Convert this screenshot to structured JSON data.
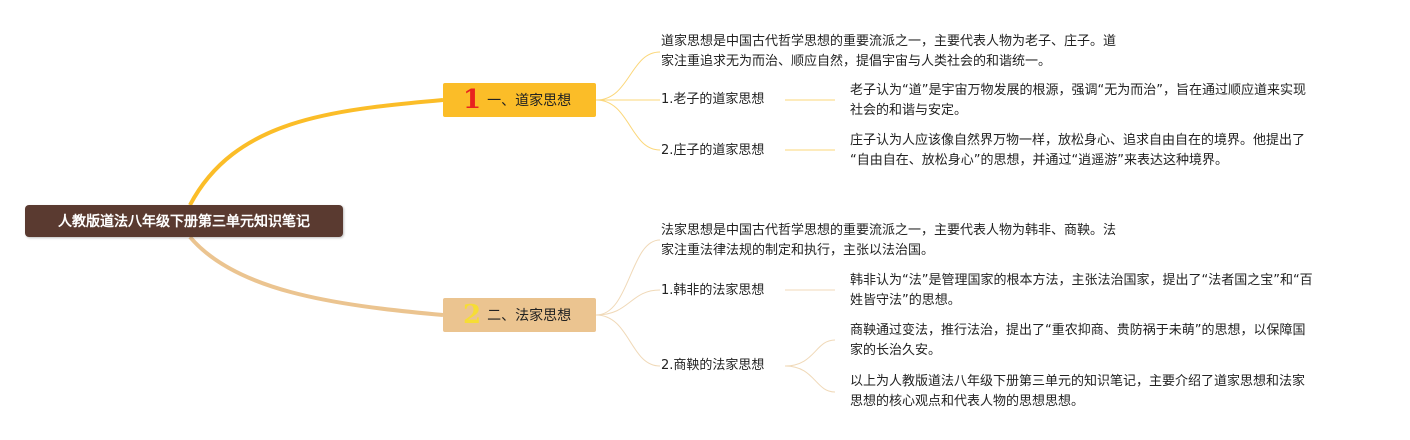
{
  "title": "人教版道法八年级下册第三单元知识笔记",
  "colors": {
    "root": "#5a3a30",
    "branch1": "#fbbd28",
    "branch2": "#ebc490",
    "num1": "#e8231f",
    "num2": "#f6dd35"
  },
  "branches": [
    {
      "num": "1",
      "label": "一、道家思想",
      "intro": [
        "道家思想是中国古代哲学思想的重要流派之一，主要代表人物为老子、庄子。道",
        "家注重追求无为而治、顺应自然，提倡宇宙与人类社会的和谐统一。"
      ],
      "children": [
        {
          "label": "1.老子的道家思想",
          "details": [
            [
              "老子认为“道”是宇宙万物发展的根源，强调“无为而治”，旨在通过顺应道来实现",
              "社会的和谐与安定。"
            ]
          ]
        },
        {
          "label": "2.庄子的道家思想",
          "details": [
            [
              "庄子认为人应该像自然界万物一样，放松身心、追求自由自在的境界。他提出了",
              "“自由自在、放松身心”的思想，并通过“逍遥游”来表达这种境界。"
            ]
          ]
        }
      ]
    },
    {
      "num": "2",
      "label": "二、法家思想",
      "intro": [
        "法家思想是中国古代哲学思想的重要流派之一，主要代表人物为韩非、商鞅。法",
        "家注重法律法规的制定和执行，主张以法治国。"
      ],
      "children": [
        {
          "label": "1.韩非的法家思想",
          "details": [
            [
              "韩非认为“法”是管理国家的根本方法，主张法治国家，提出了“法者国之宝”和“百",
              "姓皆守法”的思想。"
            ]
          ]
        },
        {
          "label": "2.商鞅的法家思想",
          "details": [
            [
              "商鞅通过变法，推行法治，提出了“重农抑商、贵防祸于未萌”的思想，以保障国",
              "家的长治久安。"
            ],
            [
              "以上为人教版道法八年级下册第三单元的知识笔记，主要介绍了道家思想和法家",
              "思想的核心观点和代表人物的思想思想。"
            ]
          ]
        }
      ]
    }
  ]
}
